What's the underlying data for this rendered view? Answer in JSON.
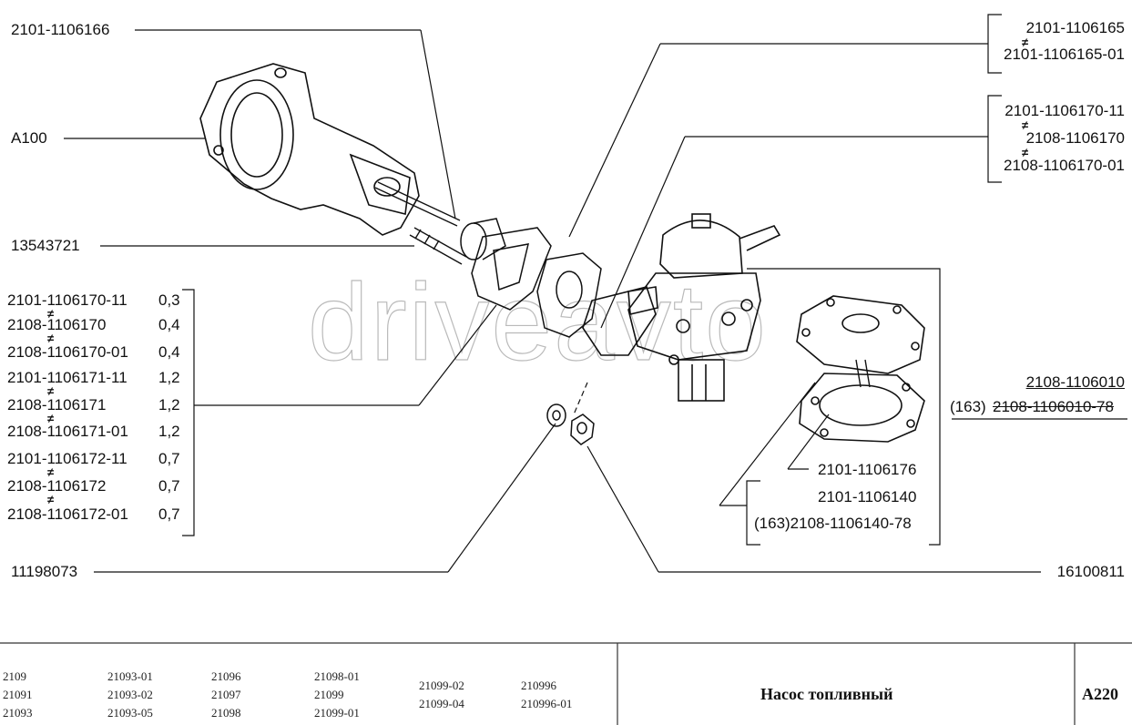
{
  "watermark": "driveavto",
  "labels_left": {
    "l1": "2101-1106166",
    "l2": "A100",
    "l3": "13543721",
    "l4": "11198073"
  },
  "gasket_list": [
    {
      "part": "2101-1106170-11",
      "qty": "0,3"
    },
    {
      "part": "2108-1106170",
      "qty": "0,4"
    },
    {
      "part": "2108-1106170-01",
      "qty": "0,4"
    },
    {
      "part": "2101-1106171-11",
      "qty": "1,2"
    },
    {
      "part": "2108-1106171",
      "qty": "1,2"
    },
    {
      "part": "2108-1106171-01",
      "qty": "1,2"
    },
    {
      "part": "2101-1106172-11",
      "qty": "0,7"
    },
    {
      "part": "2108-1106172",
      "qty": "0,7"
    },
    {
      "part": "2108-1106172-01",
      "qty": "0,7"
    }
  ],
  "not_equal_sign": "≠",
  "labels_right": {
    "r1a": "2101-1106165",
    "r1b": "2101-1106165-01",
    "r2a": "2101-1106170-11",
    "r2b": "2108-1106170",
    "r2c": "2108-1106170-01",
    "r3a": "2108-1106010",
    "r3b_prefix": "(163)",
    "r3b_part": "2108-1106010-78",
    "r4": "2101-1106176",
    "r5a": "2101-1106140",
    "r5b": "(163)2108-1106140-78",
    "r6": "16100811"
  },
  "footer": {
    "models": [
      [
        "2109",
        "21091",
        "21093"
      ],
      [
        "21093-01",
        "21093-02",
        "21093-05"
      ],
      [
        "21096",
        "21097",
        "21098"
      ],
      [
        "21098-01",
        "21099",
        "21099-01"
      ],
      [
        "21099-02",
        "21099-04"
      ],
      [
        "210996",
        "210996-01"
      ]
    ],
    "title": "Насос топливный",
    "code": "A220"
  }
}
